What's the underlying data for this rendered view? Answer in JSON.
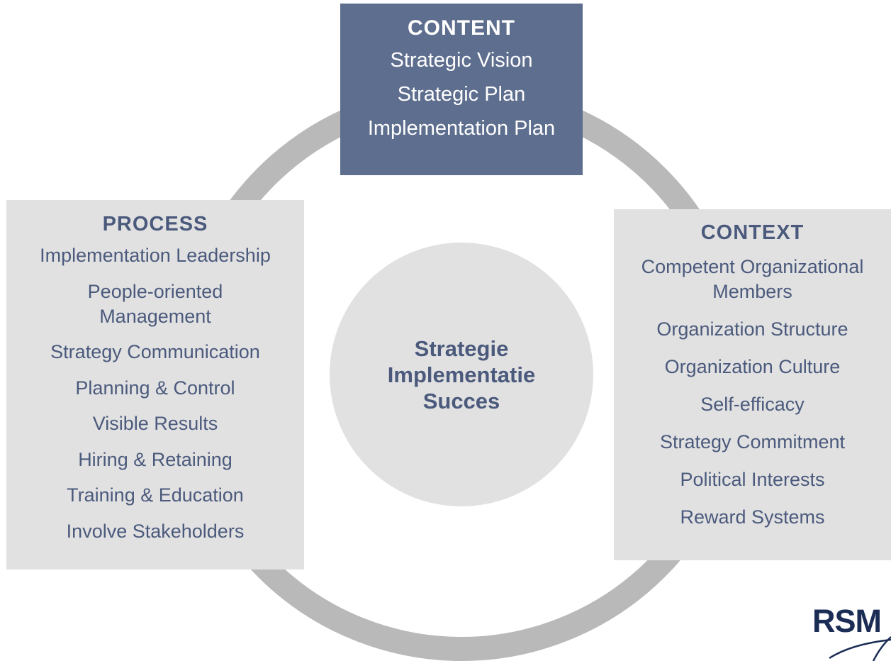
{
  "content": {
    "title": "CONTENT",
    "items": [
      "Strategic Vision",
      "Strategic Plan",
      "Implementation Plan"
    ]
  },
  "process": {
    "title": "PROCESS",
    "items": [
      "Implementation Leadership",
      "People-oriented Management",
      "Strategy Communication",
      "Planning & Control",
      "Visible Results",
      "Hiring & Retaining",
      "Training & Education",
      "Involve Stakeholders"
    ]
  },
  "context": {
    "title": "CONTEXT",
    "items": [
      "Competent Organizational Members",
      "Organization Structure",
      "Organization Culture",
      "Self-efficacy",
      "Strategy Commitment",
      "Political Interests",
      "Reward Systems"
    ]
  },
  "center": {
    "lines": [
      "Strategie",
      "Implementatie",
      "Succes"
    ]
  },
  "logo": {
    "text": "RSM"
  },
  "colors": {
    "content_box": "#5e6e8e",
    "side_boxes": "#e1e1e2",
    "ring": "#b9b9b9",
    "text": "#4b5a7c",
    "logo": "#1c2d55"
  }
}
